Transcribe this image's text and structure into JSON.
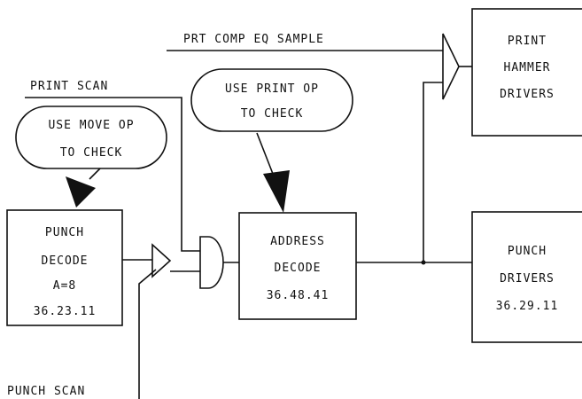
{
  "signals": {
    "prt_comp": "PRT COMP EQ SAMPLE",
    "print_scan": "PRINT SCAN",
    "punch_scan": "PUNCH SCAN"
  },
  "callouts": {
    "move_op": [
      "USE MOVE OP",
      "TO CHECK"
    ],
    "print_op": [
      "USE PRINT OP",
      "TO CHECK"
    ]
  },
  "blocks": {
    "punch_decode": [
      "PUNCH",
      "DECODE",
      "A=8",
      "36.23.11"
    ],
    "address_decode": [
      "ADDRESS",
      "DECODE",
      "36.48.41"
    ],
    "print_hammer": [
      "PRINT",
      "HAMMER",
      "DRIVERS"
    ],
    "punch_drivers": [
      "PUNCH",
      "DRIVERS",
      "36.29.11"
    ]
  }
}
